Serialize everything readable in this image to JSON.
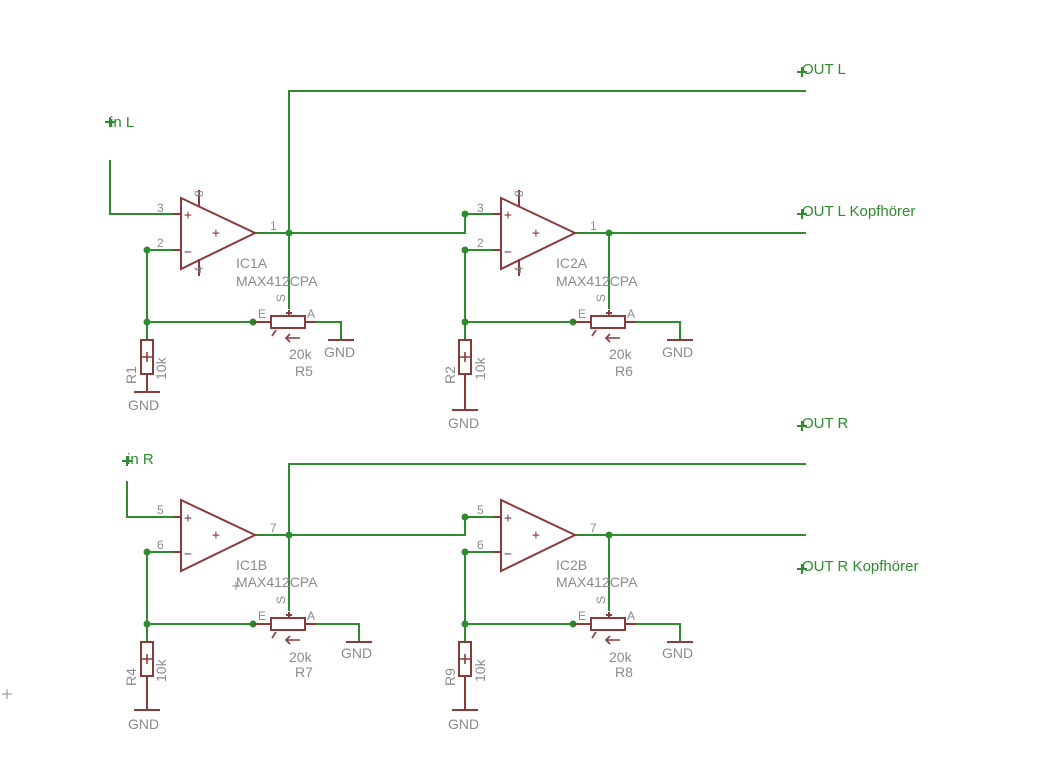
{
  "nets": {
    "in_l": "in L",
    "in_r": "in R",
    "out_l": "OUT L",
    "out_l_kopf": "OUT L Kopfhörer",
    "out_r": "OUT R",
    "out_r_kopf": "OUT R Kopfhörer"
  },
  "opamps": {
    "ic1a": {
      "name": "IC1A",
      "value": "MAX412CPA",
      "pin_plus": "3",
      "pin_minus": "2",
      "pin_out": "1",
      "pin_vcc": "8",
      "pin_gnd": "4"
    },
    "ic2a": {
      "name": "IC2A",
      "value": "MAX412CPA",
      "pin_plus": "3",
      "pin_minus": "2",
      "pin_out": "1",
      "pin_vcc": "8",
      "pin_gnd": "4"
    },
    "ic1b": {
      "name": "IC1B",
      "value": "MAX412CPA",
      "pin_plus": "5",
      "pin_minus": "6",
      "pin_out": "7"
    },
    "ic2b": {
      "name": "IC2B",
      "value": "MAX412CPA",
      "pin_plus": "5",
      "pin_minus": "6",
      "pin_out": "7"
    }
  },
  "pots": {
    "r5": {
      "name": "R5",
      "value": "20k",
      "pin_e": "E",
      "pin_s": "S",
      "pin_a": "A",
      "gnd": "GND"
    },
    "r6": {
      "name": "R6",
      "value": "20k",
      "pin_e": "E",
      "pin_s": "S",
      "pin_a": "A",
      "gnd": "GND"
    },
    "r7": {
      "name": "R7",
      "value": "20k",
      "pin_e": "E",
      "pin_s": "S",
      "pin_a": "A",
      "gnd": "GND"
    },
    "r8": {
      "name": "R8",
      "value": "20k",
      "pin_e": "E",
      "pin_s": "S",
      "pin_a": "A",
      "gnd": "GND"
    }
  },
  "resistors": {
    "r1": {
      "name": "R1",
      "value": "10k",
      "gnd": "GND"
    },
    "r2": {
      "name": "R2",
      "value": "10k",
      "gnd": "GND"
    },
    "r4": {
      "name": "R4",
      "value": "10k",
      "gnd": "GND"
    },
    "r9": {
      "name": "R9",
      "value": "10k",
      "gnd": "GND"
    }
  },
  "symbols": {
    "plus": "+",
    "minus": "−"
  },
  "colors": {
    "wire": "#2e8b2e",
    "part": "#8b3a3a",
    "text": "#8b8b8b",
    "background": "#ffffff"
  }
}
